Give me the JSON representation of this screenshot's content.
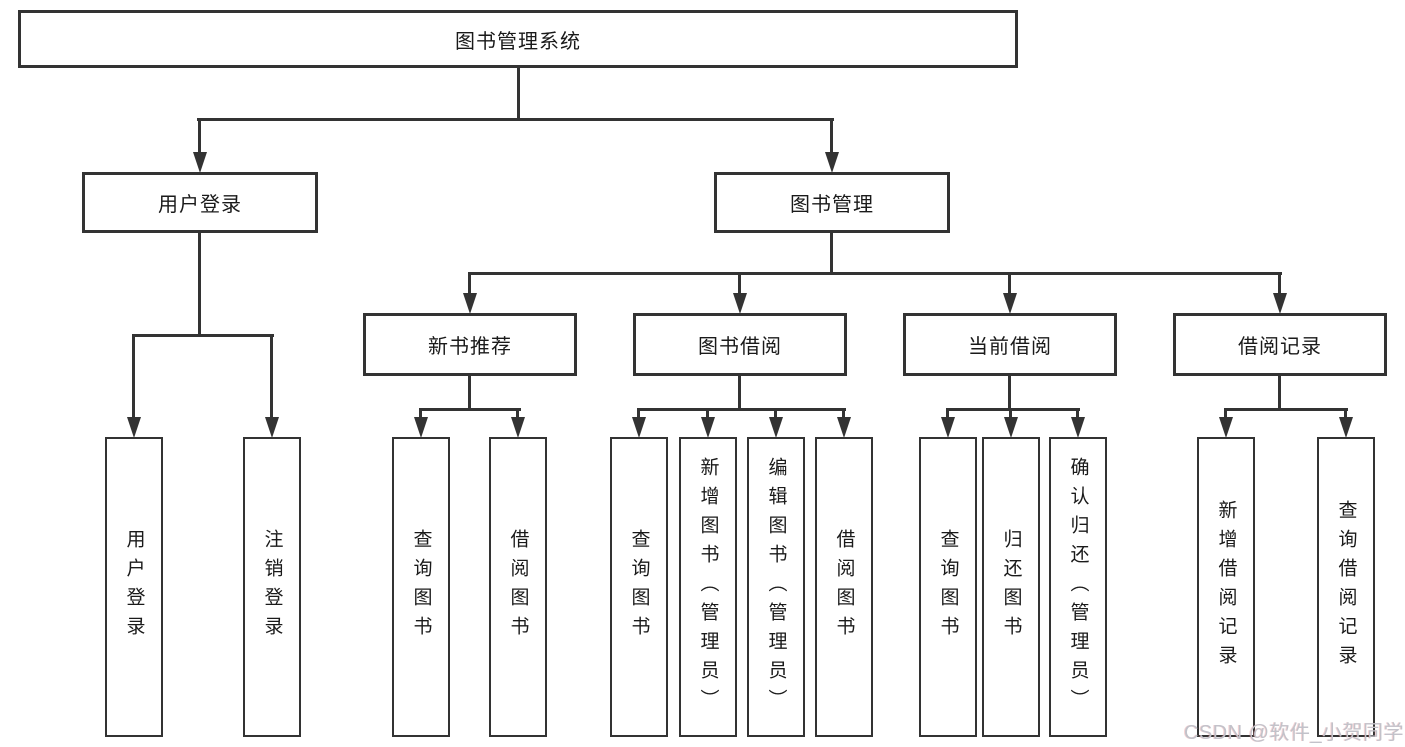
{
  "colors": {
    "line": "#333333",
    "box_border": "#333333",
    "text": "#1a1a1a",
    "watermark": "#c2c2ca",
    "background": "#ffffff"
  },
  "nodes": {
    "root": {
      "label": "图书管理系统"
    },
    "level2": [
      {
        "label": "用户登录"
      },
      {
        "label": "图书管理"
      }
    ],
    "level3": [
      {
        "label": "新书推荐"
      },
      {
        "label": "图书借阅"
      },
      {
        "label": "当前借阅"
      },
      {
        "label": "借阅记录"
      }
    ],
    "leaves": [
      {
        "label": "用户登录"
      },
      {
        "label": "注销登录"
      },
      {
        "label": "查询图书"
      },
      {
        "label": "借阅图书"
      },
      {
        "label": "查询图书"
      },
      {
        "label": "新增图书（管理员）"
      },
      {
        "label": "编辑图书（管理员）"
      },
      {
        "label": "借阅图书"
      },
      {
        "label": "查询图书"
      },
      {
        "label": "归还图书"
      },
      {
        "label": "确认归还（管理员）"
      },
      {
        "label": "新增借阅记录"
      },
      {
        "label": "查询借阅记录"
      }
    ]
  },
  "watermark": {
    "text": "CSDN @软件_小贺同学"
  }
}
